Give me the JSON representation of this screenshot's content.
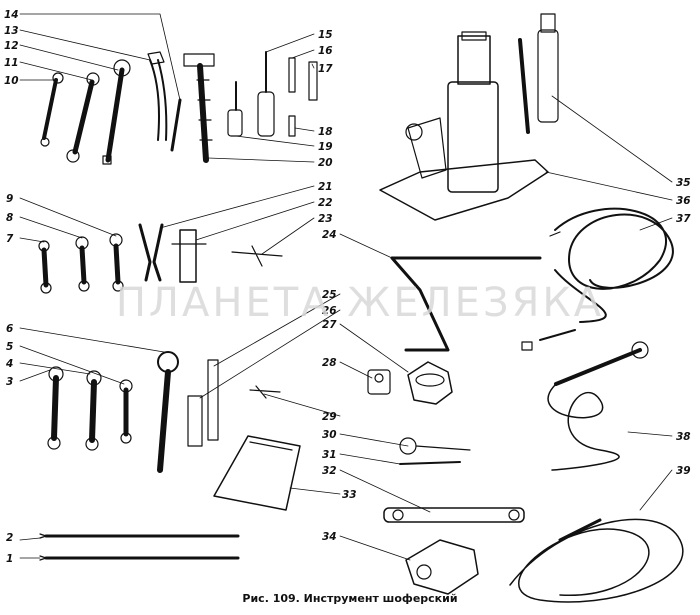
{
  "figure": {
    "caption": "Рис. 109. Инструмент шоферский",
    "watermark": "ПЛАНЕТА ЖЕЛЕЗЯКА"
  },
  "callouts": [
    "1",
    "2",
    "3",
    "4",
    "5",
    "6",
    "7",
    "8",
    "9",
    "10",
    "11",
    "12",
    "13",
    "14",
    "15",
    "16",
    "17",
    "18",
    "19",
    "20",
    "21",
    "22",
    "23",
    "24",
    "25",
    "26",
    "27",
    "28",
    "29",
    "30",
    "31",
    "32",
    "33",
    "34",
    "35",
    "36",
    "37",
    "38",
    "39"
  ],
  "colors": {
    "ink": "#111111",
    "paper": "#ffffff",
    "watermark": "#d9d9d9"
  }
}
